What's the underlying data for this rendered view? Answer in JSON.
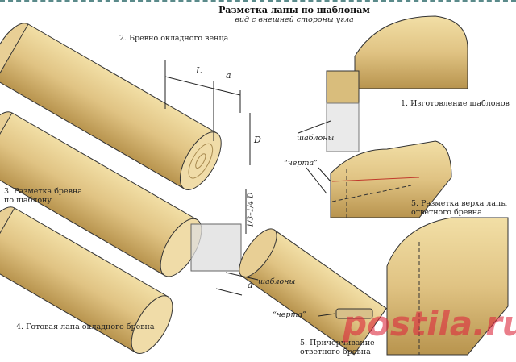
{
  "title": "Разметка лапы по шаблонам",
  "subtitle": "вид с внешней стороны угла",
  "labels": {
    "step2": "2. Бревно окладного венца",
    "L": "L",
    "a": "a",
    "D": "D",
    "step1": "1. Изготовление шаблонов",
    "templates1": "шаблоны",
    "step3_line1": "3. Разметка бревна",
    "step3_line2": "по шаблону",
    "third": "1/3–1/4 D",
    "cherta1": "“черта”",
    "step5a_line1": "5. Разметка верха лапы",
    "step5a_line2": "ответного бревна",
    "templates2": "шаблоны",
    "a2": "a",
    "step4": "4. Готовая лапа окладного бревна",
    "cherta2": "“черта”",
    "step5b_line1": "5. Причерчивание",
    "step5b_line2": "ответного бревна"
  },
  "watermark": "postila.ru",
  "colors": {
    "wood": "#e3c98a",
    "wood_dark": "#c9a860",
    "end": "#f0dca8",
    "outline": "#2a2a2a",
    "mark": "#c0392b"
  }
}
